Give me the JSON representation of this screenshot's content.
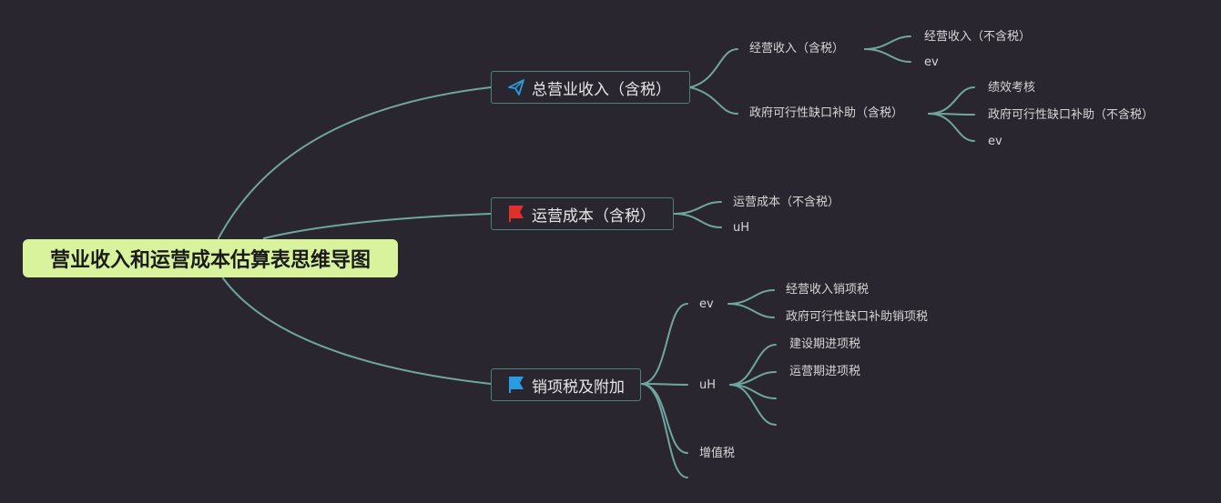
{
  "root": {
    "title": "营业收入和运营成本估算表思维导图"
  },
  "branches": [
    {
      "label": "总营业收入（含税）",
      "icon": "paper-plane-icon",
      "children": [
        {
          "label": "经营收入（含税）",
          "children": [
            "经营收入（不含税）",
            "ev"
          ]
        },
        {
          "label": "政府可行性缺口补助（含税）",
          "children": [
            "绩效考核",
            "政府可行性缺口补助（不含税）",
            "ev"
          ]
        }
      ]
    },
    {
      "label": "运营成本（含税）",
      "icon": "red-flag-icon",
      "children": [
        {
          "label": "运营成本（不含税）"
        },
        {
          "label": "uH"
        }
      ]
    },
    {
      "label": "销项税及附加",
      "icon": "blue-flag-icon",
      "children": [
        {
          "label": "ev",
          "children": [
            "经营收入销项税",
            "政府可行性缺口补助销项税"
          ]
        },
        {
          "label": "uH",
          "children": [
            "建设期进项税",
            "运营期进项税",
            "",
            ""
          ]
        },
        {
          "label": "增值税"
        }
      ]
    }
  ],
  "colors": {
    "background": "#2a2630",
    "root_fill": "#d8f39b",
    "connector": "#6fa7a0",
    "branch_border": "#4f7f7c",
    "red_flag": "#e0302a",
    "blue_flag": "#2a9de0",
    "plane": "#2a9de0"
  }
}
